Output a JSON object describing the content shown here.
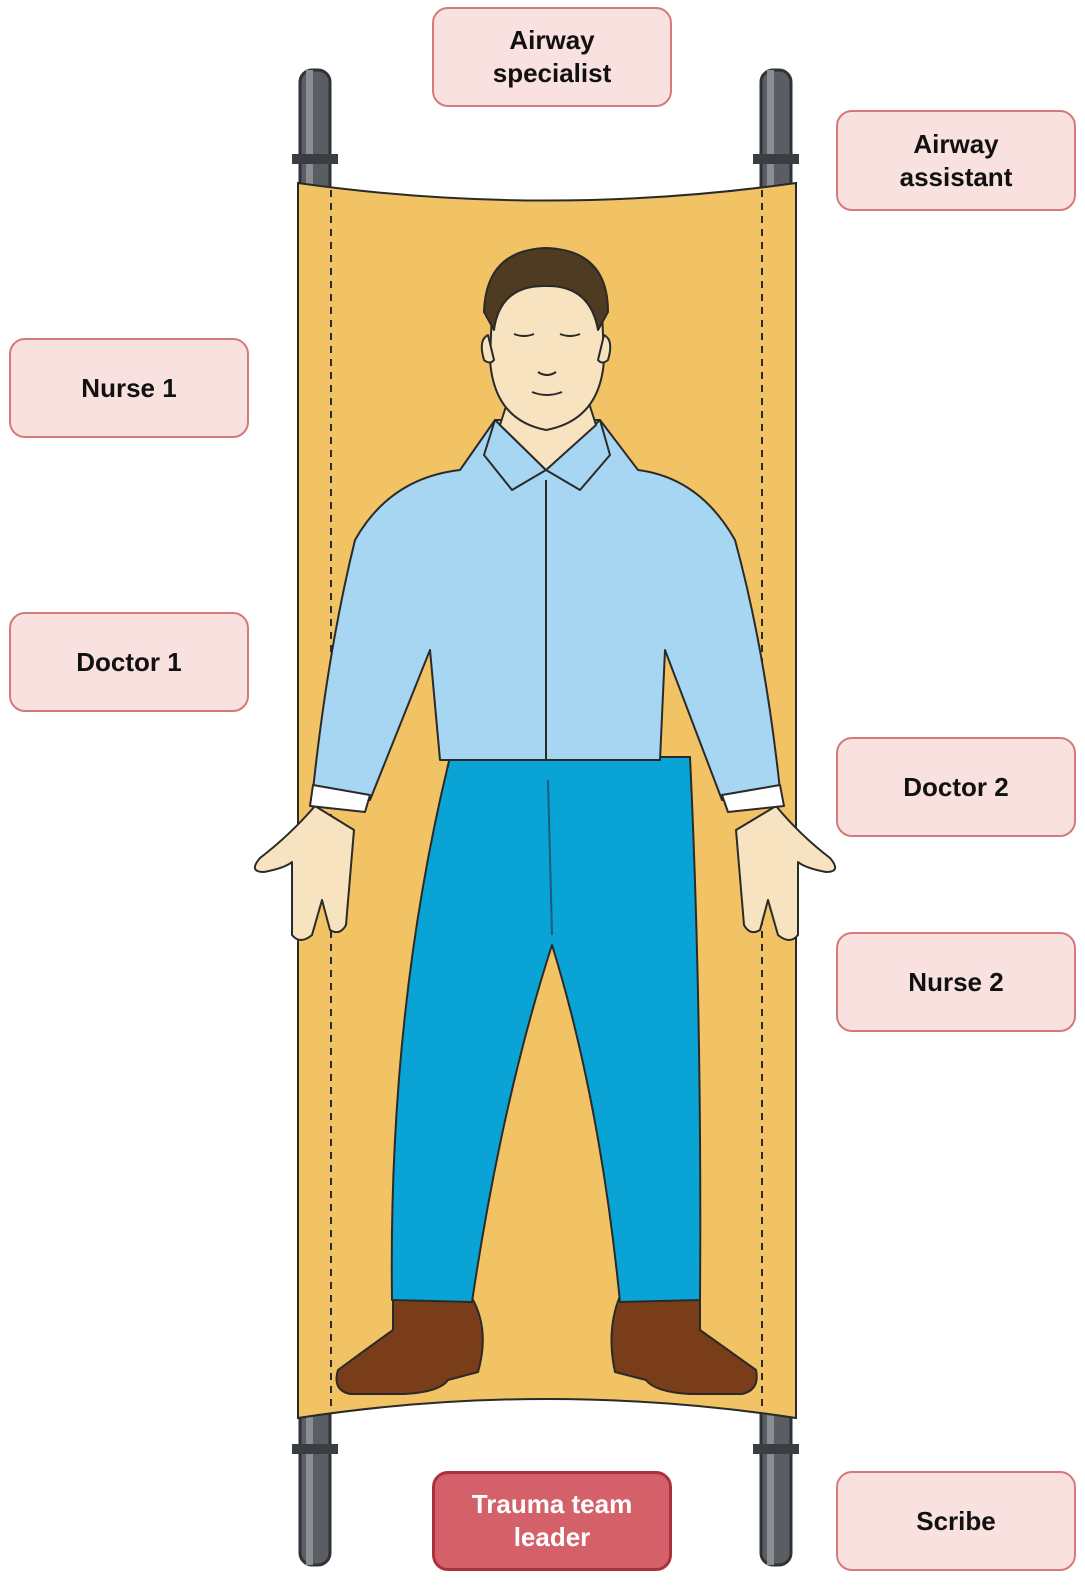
{
  "roles": {
    "airway_specialist": "Airway\nspecialist",
    "airway_assistant": "Airway\nassistant",
    "nurse_1": "Nurse 1",
    "doctor_1": "Doctor 1",
    "doctor_2": "Doctor 2",
    "nurse_2": "Nurse 2",
    "trauma_team_leader": "Trauma team\nleader",
    "scribe": "Scribe"
  },
  "colors": {
    "role_box_fill": "#f8e1df",
    "role_box_border": "#d47a7a",
    "leader_box_fill": "#d4616a",
    "leader_box_border": "#a8323e",
    "stretcher_canvas": "#f2c364",
    "stretcher_pole": "#5a5e63",
    "shirt": "#a6d6f2",
    "trousers": "#0aa3d6",
    "shoes": "#7a3d1a",
    "skin": "#f7e3bf",
    "hair": "#4f3a22"
  }
}
